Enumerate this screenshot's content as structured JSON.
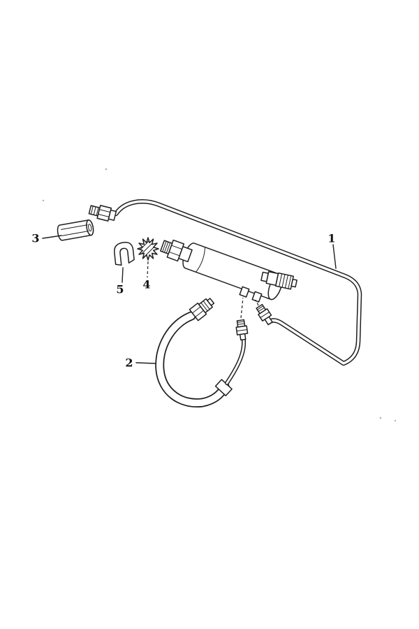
{
  "figure": {
    "kind": "exploded-parts-line-drawing",
    "background_color": "#ffffff",
    "line_color": "#1f1f1f",
    "callouts": [
      {
        "number": "1"
      },
      {
        "number": "2"
      },
      {
        "number": "3"
      },
      {
        "number": "4"
      },
      {
        "number": "5"
      }
    ]
  }
}
